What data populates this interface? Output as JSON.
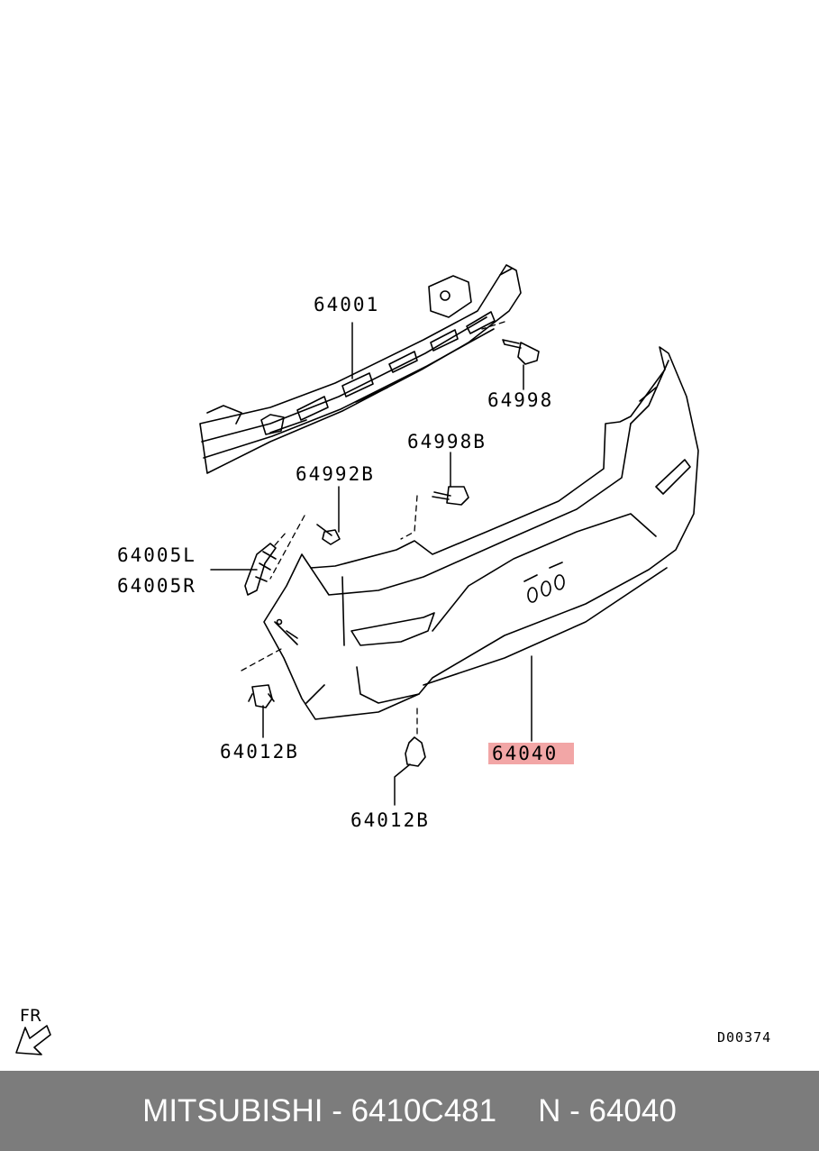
{
  "labels": {
    "l64001": "64001",
    "l64998": "64998",
    "l64998B": "64998B",
    "l64992B": "64992B",
    "l64005L": "64005L",
    "l64005R": "64005R",
    "l64012B_left": "64012B",
    "l64012B_bottom": "64012B",
    "l64040": "64040"
  },
  "highlight_color": "#f2a6a6",
  "direction_label": "FR",
  "diagram_code": "D00374",
  "footer": {
    "brand_part": "MITSUBISHI - 6410C481",
    "ref": "N - 64040"
  }
}
